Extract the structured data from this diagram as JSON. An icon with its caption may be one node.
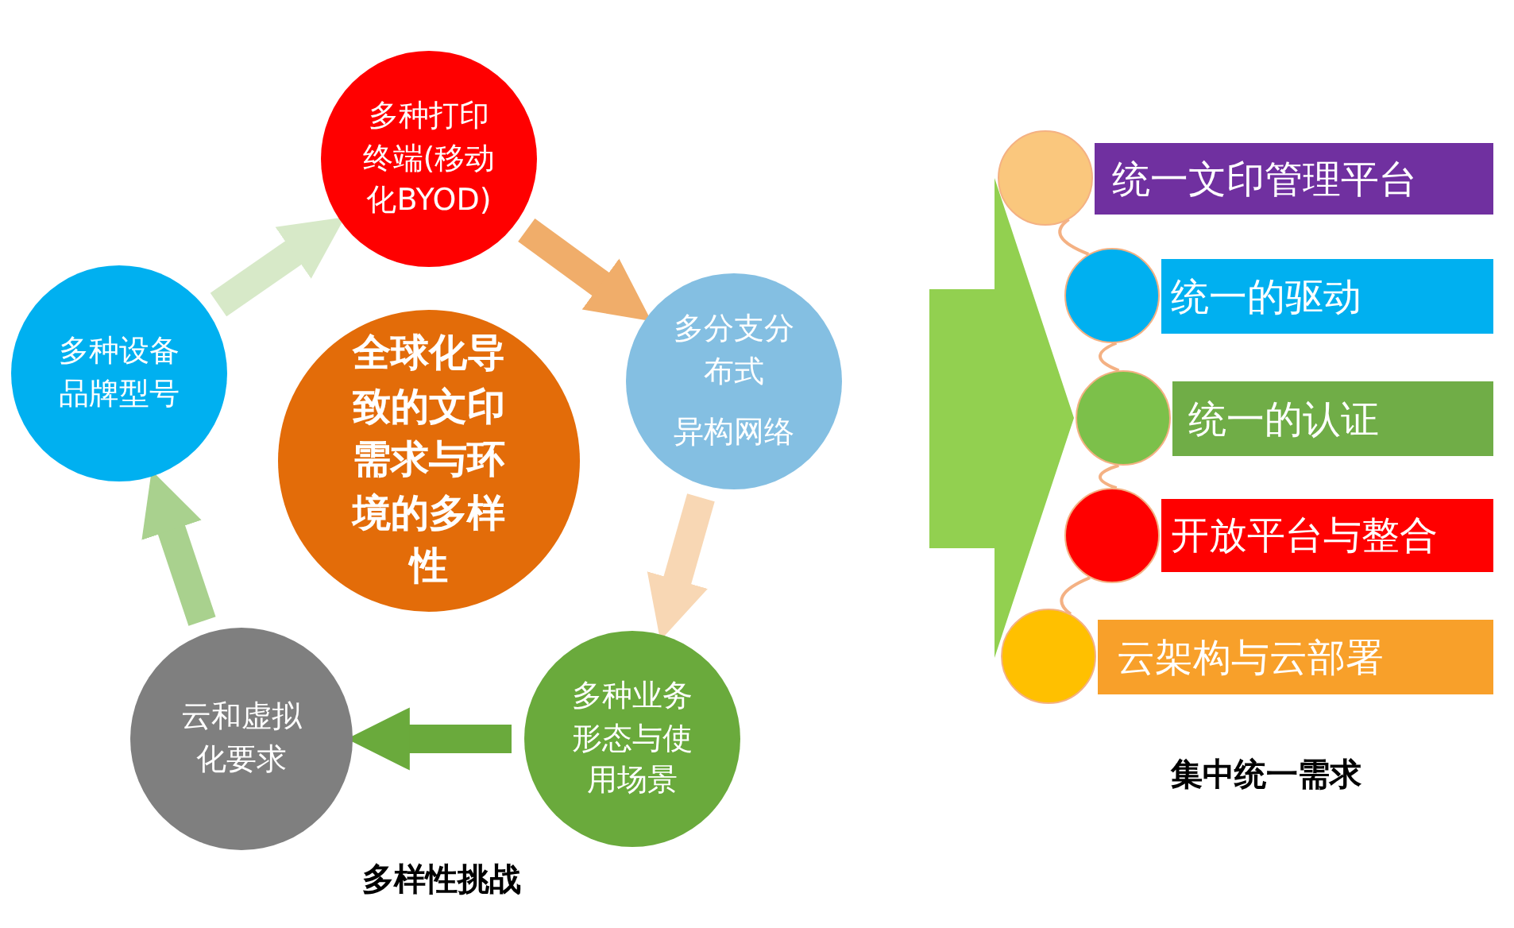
{
  "diagram": {
    "nodes": [
      {
        "text": [
          "多种打印终端(移动化BYOD)"
        ]
      },
      {
        "text": [
          "多种设备品牌型号"
        ]
      },
      {
        "text": [
          "全球化导致的文印需求与环境的多样性"
        ]
      },
      {
        "text": [
          "多分支分布式",
          "异构网络"
        ]
      },
      {
        "text": [
          "云和虚拟化要求"
        ]
      },
      {
        "text": [
          "多种业务形态与使用场景"
        ]
      },
      {
        "text": [],
        "shape": "circle"
      },
      {
        "text": [
          "统一文印管理平台"
        ]
      },
      {
        "text": [],
        "shape": "circle"
      },
      {
        "text": [
          "统一的驱动"
        ]
      },
      {
        "text": [],
        "shape": "circle"
      },
      {
        "text": [
          "统一的认证"
        ]
      },
      {
        "text": [],
        "shape": "circle"
      },
      {
        "text": [
          "开放平台与整合"
        ]
      },
      {
        "text": [],
        "shape": "circle"
      },
      {
        "text": [
          "云架构与云部署"
        ]
      }
    ],
    "edges": [
      {
        "from": 1,
        "to": 0,
        "arrow": "to",
        "color": "#d7e9c8"
      },
      {
        "from": 0,
        "to": 3,
        "arrow": "to",
        "color": "#f0ad6a"
      },
      {
        "from": 3,
        "to": 5,
        "arrow": "to",
        "color": "#f8d7b4"
      },
      {
        "from": 5,
        "to": 4,
        "arrow": "to",
        "color": "#6aaa3c"
      },
      {
        "from": 4,
        "to": 1,
        "arrow": "to",
        "color": "#a9d18e"
      },
      {
        "from": null,
        "to": 10,
        "arrow": "to",
        "color": "#92d050"
      },
      {
        "from": 6,
        "to": 8,
        "arrow": "none",
        "color": "#f4b183"
      },
      {
        "from": 8,
        "to": 10,
        "arrow": "none",
        "color": "#f4b183"
      },
      {
        "from": 10,
        "to": 12,
        "arrow": "none",
        "color": "#f4b183"
      },
      {
        "from": 12,
        "to": 14,
        "arrow": "none",
        "color": "#f4b183"
      }
    ],
    "labels": [
      "多样性挑战",
      "集中统一需求"
    ]
  }
}
